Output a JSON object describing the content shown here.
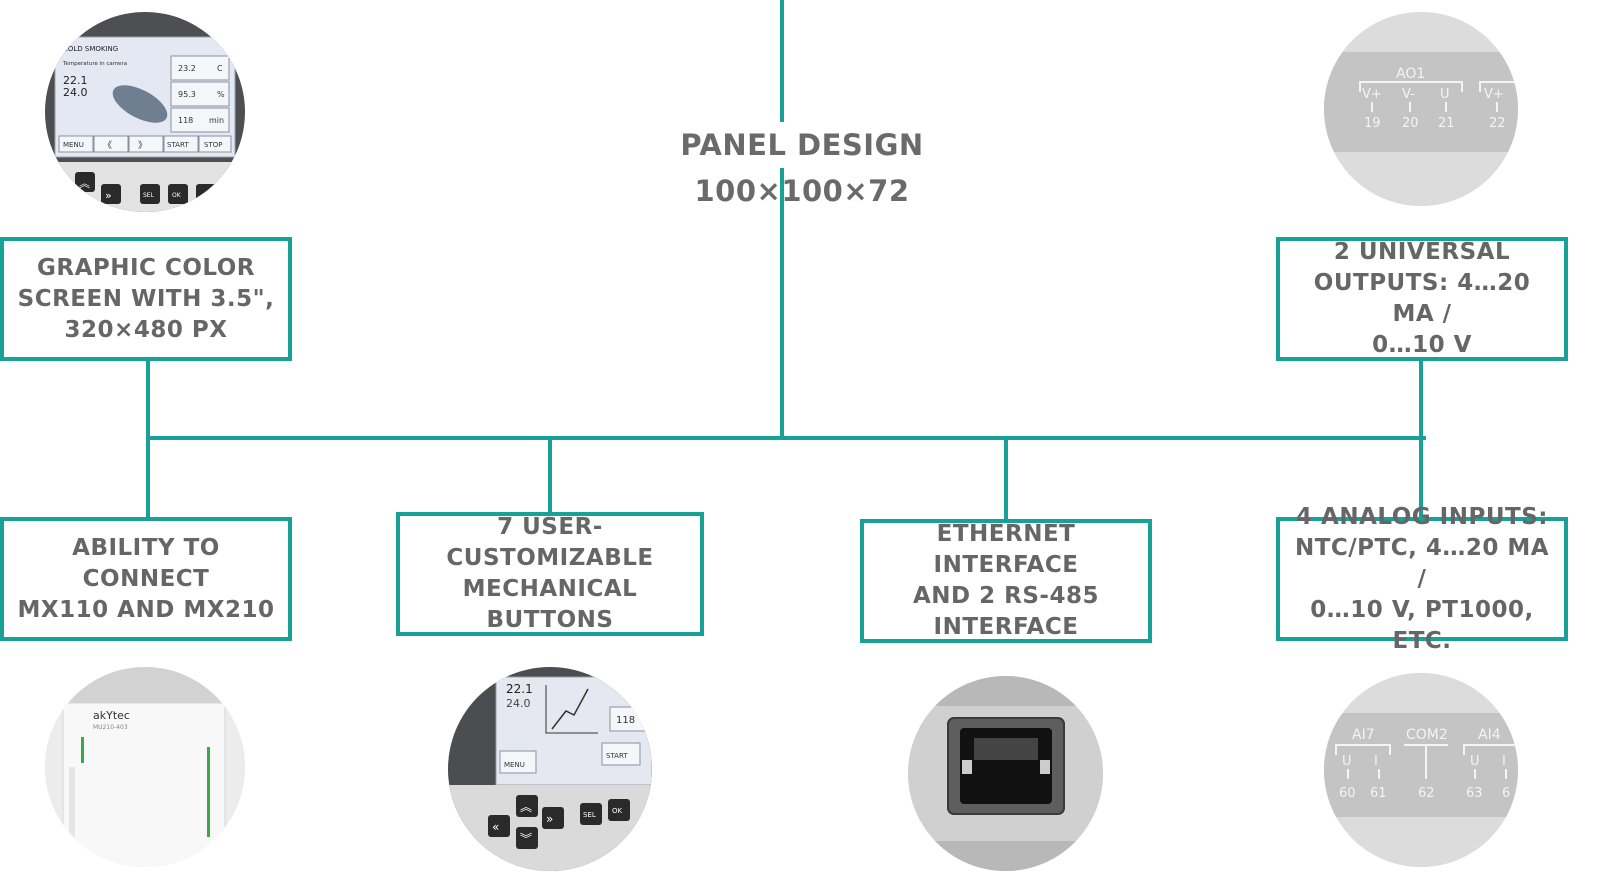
{
  "title": "PANEL DESIGN 100×100×72",
  "boxes": {
    "screen": [
      "GRAPHIC COLOR",
      "SCREEN WITH 3.5\",",
      "320×480 PX"
    ],
    "outputs": [
      "2 UNIVERSAL",
      "OUTPUTS: 4…20 MA /",
      "0…10 V"
    ],
    "connect": [
      "ABILITY TO CONNECT",
      "MX110 AND MX210"
    ],
    "buttons": [
      "7 USER-CUSTOMIZABLE",
      "MECHANICAL BUTTONS"
    ],
    "ethernet": [
      "ETHERNET INTERFACE",
      "AND 2 RS-485",
      "INTERFACE"
    ],
    "analog": [
      "4 ANALOG INPUTS:",
      "NTC/PTC, 4…20 MA /",
      "0…10 V, PT1000, ETC."
    ]
  },
  "images": {
    "screen": {
      "header": "COLD SMOKING",
      "subheader": "Temperature in camera",
      "value1": "22.1",
      "value2": "24.0",
      "fields": [
        {
          "value": "23.2",
          "unit": "C"
        },
        {
          "value": "95.3",
          "unit": "%"
        },
        {
          "value": "118",
          "unit": "min"
        }
      ],
      "softkeys": [
        "MENU",
        "《",
        "》",
        "START",
        "STOP"
      ],
      "keys": [
        "SEL",
        "OK"
      ]
    },
    "outputs": {
      "group": "AO1",
      "pins": [
        "V+",
        "V-",
        "U",
        "V+"
      ],
      "numbers": [
        "19",
        "20",
        "21",
        "22"
      ]
    },
    "connect": {
      "brand": "akYtec",
      "model": "MU210-403"
    },
    "buttons": {
      "value1": "22.1",
      "value2": "24.0",
      "field": "118",
      "softkeys": [
        "MENU",
        "START"
      ],
      "keys": [
        "SEL",
        "OK"
      ]
    },
    "analog": {
      "groups": [
        "AI7",
        "COM2",
        "AI4"
      ],
      "pins": [
        "U",
        "I",
        "U",
        "I"
      ],
      "numbers": [
        "60",
        "61",
        "62",
        "63",
        "6"
      ]
    }
  },
  "colors": {
    "accent": "#18a197",
    "text": "#666666"
  }
}
